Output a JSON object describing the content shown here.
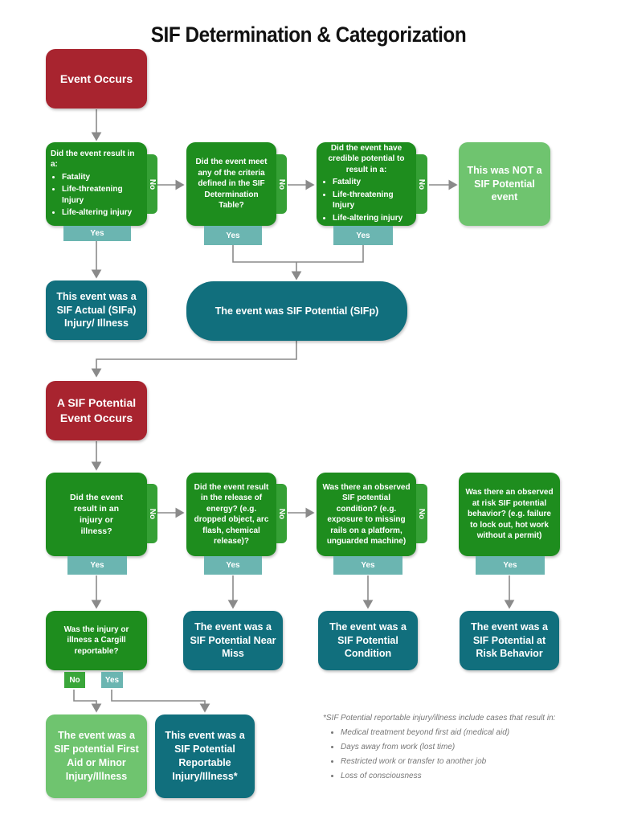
{
  "title": "SIF Determination & Categorization",
  "top": {
    "event_occurs": "Event Occurs",
    "q1": {
      "prompt": "Did the event result in a:",
      "bullets": [
        "Fatality",
        "Life-threatening Injury",
        "Life-altering injury"
      ],
      "no": "No",
      "yes": "Yes"
    },
    "q2": {
      "text": "Did the event meet any of the criteria defined in the SIF Determination Table?",
      "no": "No",
      "yes": "Yes"
    },
    "q3": {
      "prompt": "Did the event have credible potential to result in a:",
      "bullets": [
        "Fatality",
        "Life-threatening Injury",
        "Life-altering injury"
      ],
      "no": "No",
      "yes": "Yes"
    },
    "not_sif": "This was NOT a SIF Potential event",
    "sifa": "This event was a SIF Actual (SIFa) Injury/ Illness",
    "sifp": "The event was SIF Potential (SIFp)"
  },
  "bottom": {
    "potential_occurs": "A SIF Potential Event Occurs",
    "q1": {
      "text": "Did the event result in an injury or illness?",
      "no": "No",
      "yes": "Yes"
    },
    "q2": {
      "text": "Did the event result in the release of energy? (e.g. dropped object, arc flash, chemical release)?",
      "no": "No",
      "yes": "Yes"
    },
    "q3": {
      "text": "Was there an observed SIF potential condition? (e.g. exposure to missing rails on a platform, unguarded machine)",
      "no": "No",
      "yes": "Yes"
    },
    "q4": {
      "text": "Was there an observed at risk SIF potential behavior? (e.g. failure to lock out, hot work without a permit)",
      "yes": "Yes"
    },
    "q5": {
      "text": "Was the injury or illness a Cargill reportable?",
      "no": "No",
      "yes": "Yes"
    },
    "near_miss": "The event was a SIF Potential Near Miss",
    "condition": "The event was a SIF Potential Condition",
    "behavior": "The event was a SIF Potential at Risk Behavior",
    "first_aid": "The event was a SIF potential First Aid or Minor Injury/Illness",
    "reportable": "This event was a SIF Potential Reportable Injury/Illness*"
  },
  "note": {
    "heading": "*SIF Potential reportable injury/illness include cases that result in:",
    "items": [
      "Medical treatment beyond first aid (medical aid)",
      "Days away from work (lost time)",
      "Restricted work or transfer to another job",
      "Loss of consciousness"
    ]
  },
  "colors": {
    "red": "#a8242f",
    "green": "#1e8d1e",
    "light_green": "#6fc46f",
    "teal": "#116f7d",
    "tab": "#6bb5b1"
  }
}
